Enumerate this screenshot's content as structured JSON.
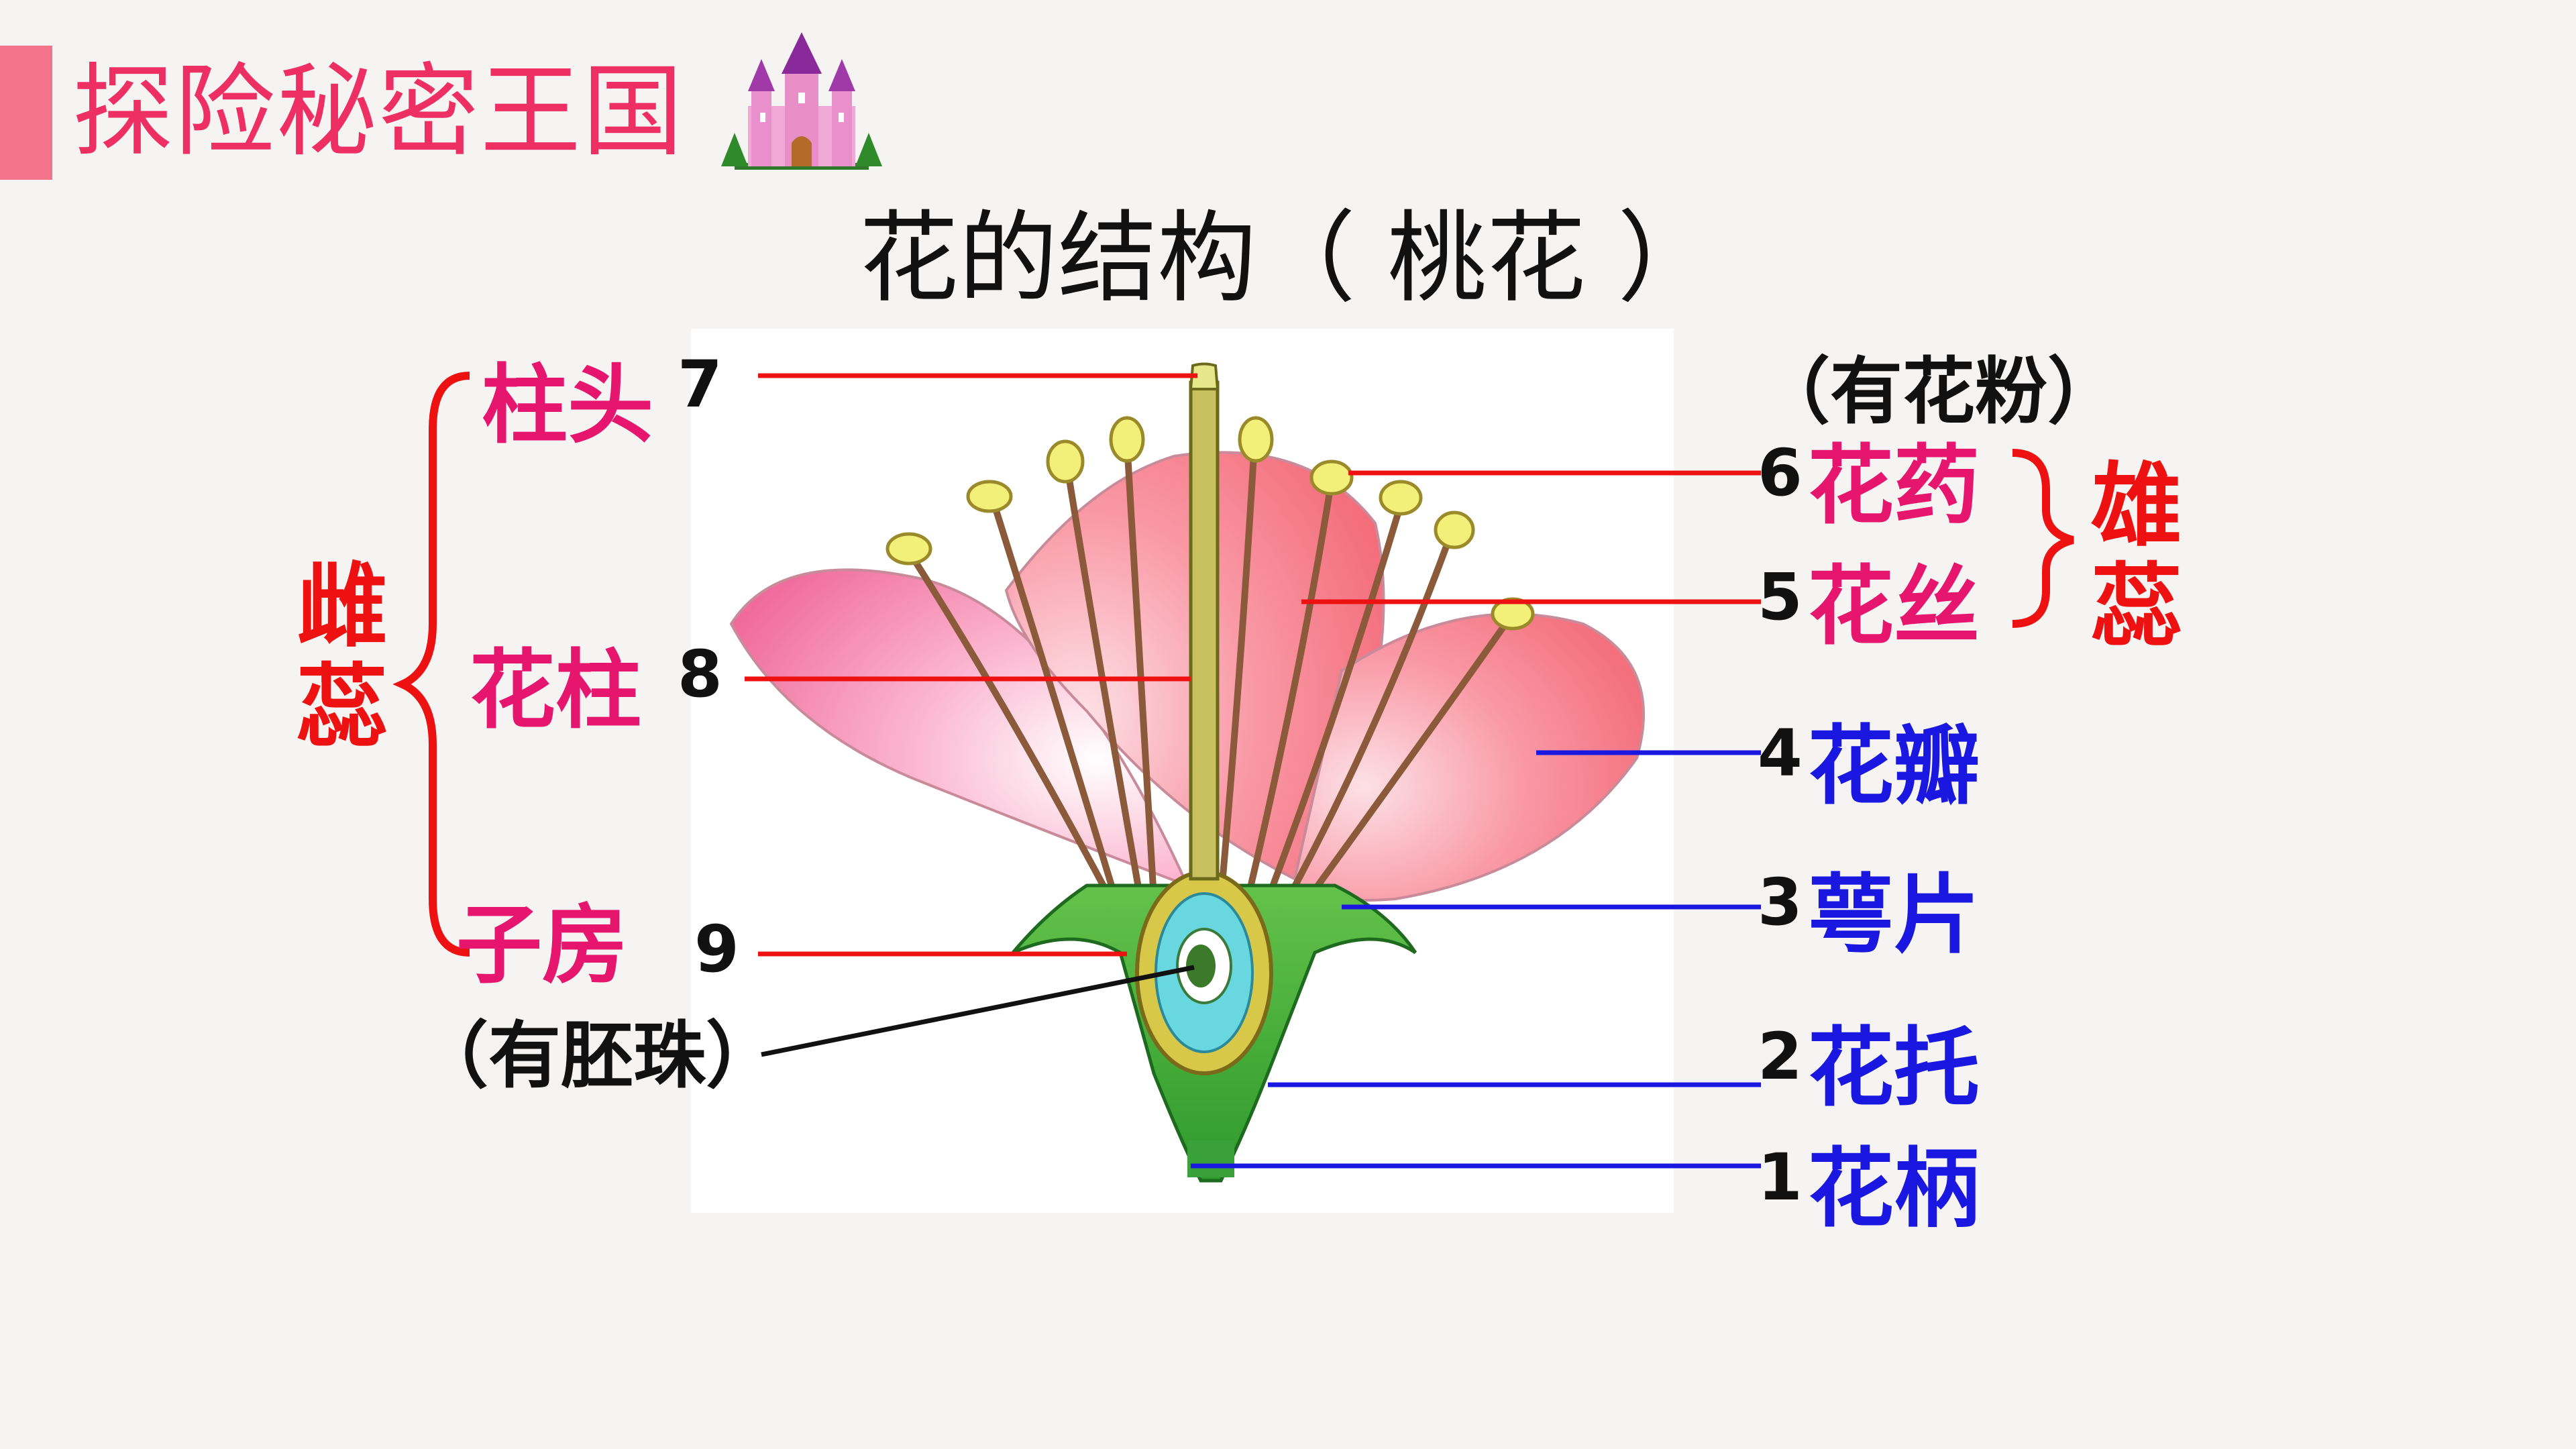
{
  "header": {
    "title": "探险秘密王国",
    "castle_icon": "castle-icon"
  },
  "diagram": {
    "title": "花的结构（ 桃花 ）",
    "pistil": {
      "label": "雌蕊",
      "parts": [
        {
          "number": "7",
          "name": "柱头"
        },
        {
          "number": "8",
          "name": "花柱"
        },
        {
          "number": "9",
          "name": "子房"
        }
      ],
      "ovary_note": "（有胚珠）"
    },
    "stamen": {
      "label": "雄蕊",
      "pollen_note": "（有花粉）",
      "parts": [
        {
          "number": "6",
          "name": "花药"
        },
        {
          "number": "5",
          "name": "花丝"
        }
      ]
    },
    "other_parts": [
      {
        "number": "4",
        "name": "花瓣"
      },
      {
        "number": "3",
        "name": "萼片"
      },
      {
        "number": "2",
        "name": "花托"
      },
      {
        "number": "1",
        "name": "花柄"
      }
    ]
  },
  "colors": {
    "accent_bar": "#f4748b",
    "pink_label": "#e6166f",
    "red_label": "#ee1111",
    "blue_label": "#1a17e0"
  }
}
